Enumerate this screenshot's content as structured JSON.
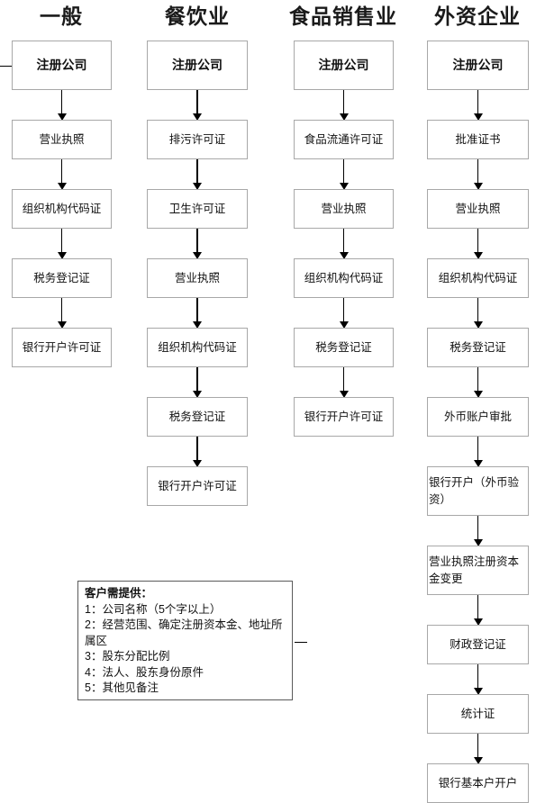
{
  "diagram": {
    "title_row": [
      {
        "label": "一般"
      },
      {
        "label": "餐饮业"
      },
      {
        "label": "食品销售业"
      },
      {
        "label": "外资企业"
      }
    ],
    "columns": [
      {
        "name": "general",
        "header": "一般",
        "steps": [
          "注册公司",
          "营业执照",
          "组织机构代码证",
          "税务登记证",
          "银行开户许可证"
        ]
      },
      {
        "name": "catering",
        "header": "餐饮业",
        "steps": [
          "注册公司",
          "排污许可证",
          "卫生许可证",
          "营业执照",
          "组织机构代码证",
          "税务登记证",
          "银行开户许可证"
        ]
      },
      {
        "name": "food-sales",
        "header": "食品销售业",
        "steps": [
          "注册公司",
          "食品流通许可证",
          "营业执照",
          "组织机构代码证",
          "税务登记证",
          "银行开户许可证"
        ]
      },
      {
        "name": "foreign-invested",
        "header": "外资企业",
        "steps": [
          "注册公司",
          "批准证书",
          "营业执照",
          "组织机构代码证",
          "税务登记证",
          "外币账户审批",
          "银行开户（外币验资）",
          "营业执照注册资本金变更",
          "财政登记证",
          "统计证",
          "银行基本户开户"
        ]
      }
    ],
    "notes": {
      "title": "客户需提供：",
      "items": [
        "1：公司名称（5个字以上）",
        "2：经营范围、确定注册资本金、地址所属区",
        "3：股东分配比例",
        "4：法人、股东身份原件",
        "5：其他见备注"
      ]
    },
    "colors": {
      "node_border": "#a8a8a8",
      "connector": "#000000",
      "notes_border": "#5a5a5a",
      "text": "#111111",
      "background": "#ffffff"
    }
  }
}
